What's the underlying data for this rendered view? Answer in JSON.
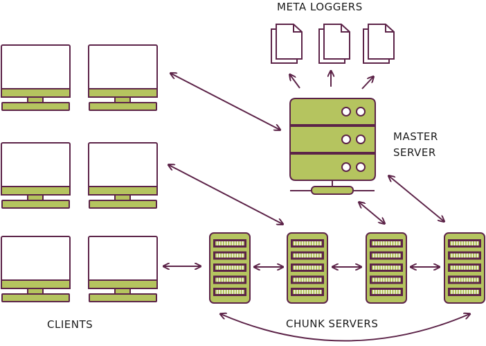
{
  "labels": {
    "meta_loggers": "META LOGGERS",
    "master_server_line1": "MASTER",
    "master_server_line2": "SERVER",
    "clients": "CLIENTS",
    "chunk_servers": "CHUNK SERVERS"
  },
  "colors": {
    "fill": "#b5c45f",
    "stroke": "#5c2348",
    "screen": "#ffffff"
  },
  "counts": {
    "clients": 6,
    "chunk_servers": 4,
    "meta_loggers": 3
  }
}
